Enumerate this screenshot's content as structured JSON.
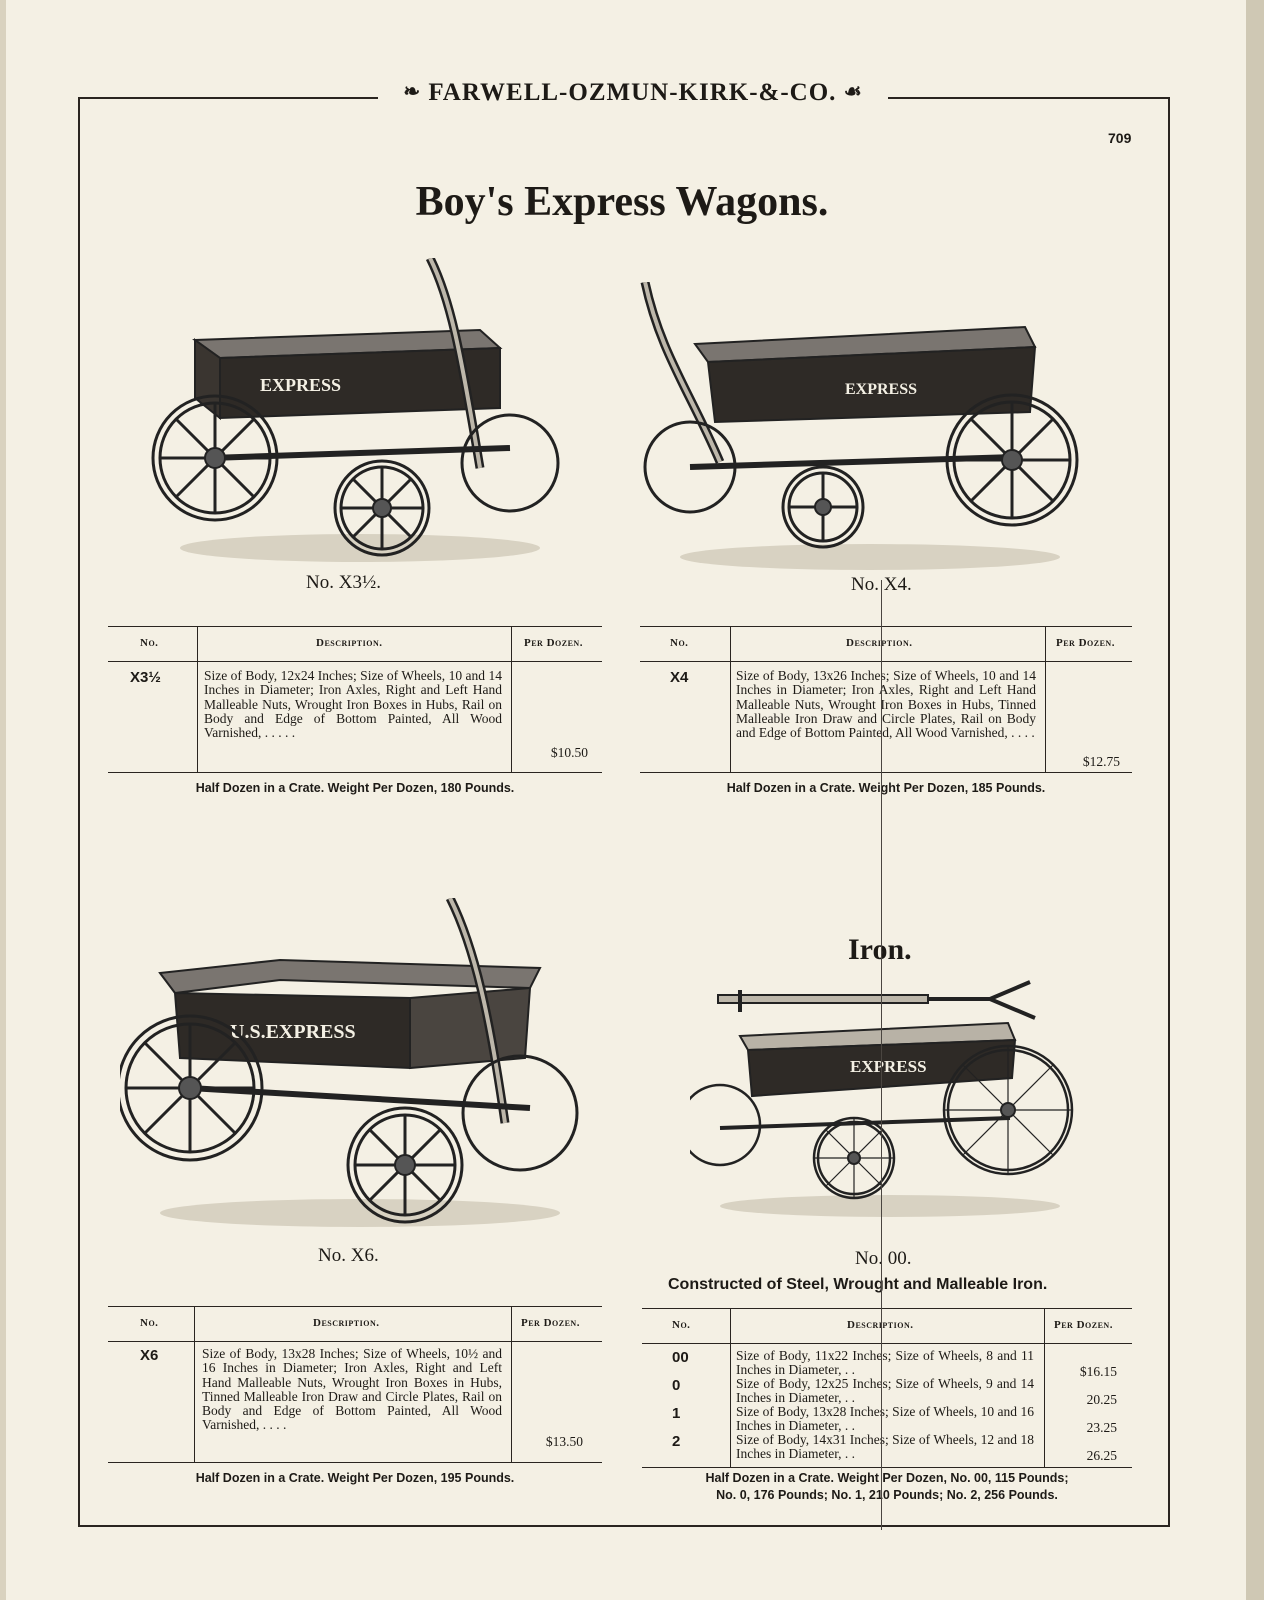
{
  "header": {
    "company": "FARWELL-OZMUN-KIRK-&-CO."
  },
  "page_number": "709",
  "title": "Boy's Express Wagons.",
  "iron_title": "Iron.",
  "iron_subtitle": "Constructed of Steel, Wrought and Malleable Iron.",
  "table_headers": {
    "no": "No.",
    "description": "Description.",
    "per_dozen": "Per Dozen."
  },
  "products": [
    {
      "caption": "No. X3½.",
      "wagon_lettering": "EXPRESS",
      "rows": [
        {
          "no": "X3½",
          "description": "Size of Body, 12x24 Inches; Size of Wheels, 10 and 14 Inches in Diameter; Iron Axles, Right and Left Hand Malleable Nuts, Wrought Iron Boxes in Hubs, Rail on Body and Edge of Bottom Painted, All Wood Varnished, . . . . .",
          "price": "$10.50"
        }
      ],
      "note": "Half Dozen in a Crate. Weight Per Dozen, 180 Pounds."
    },
    {
      "caption": "No. X4.",
      "wagon_lettering": "EXPRESS",
      "rows": [
        {
          "no": "X4",
          "description": "Size of Body, 13x26 Inches; Size of Wheels, 10 and 14 Inches in Diameter; Iron Axles, Right and Left Hand Malleable Nuts, Wrought Iron Boxes in Hubs, Tinned Malleable Iron Draw and Circle Plates, Rail on Body and Edge of Bottom Painted, All Wood Varnished, . . . .",
          "price": "$12.75"
        }
      ],
      "note": "Half Dozen in a Crate. Weight Per Dozen, 185 Pounds."
    },
    {
      "caption": "No. X6.",
      "wagon_lettering": "U.S.EXPRESS",
      "rows": [
        {
          "no": "X6",
          "description": "Size of Body, 13x28 Inches; Size of Wheels, 10½ and 16 Inches in Diameter; Iron Axles, Right and Left Hand Malleable Nuts, Wrought Iron Boxes in Hubs, Tinned Malleable Iron Draw and Circle Plates, Rail on Body and Edge of Bottom Painted, All Wood Varnished, . . . .",
          "price": "$13.50"
        }
      ],
      "note": "Half Dozen in a Crate. Weight Per Dozen, 195 Pounds."
    },
    {
      "caption": "No. 00.",
      "wagon_lettering": "EXPRESS",
      "rows": [
        {
          "no": "00",
          "description": "Size of Body, 11x22 Inches; Size of Wheels, 8 and 11 Inches in Diameter, . .",
          "price": "$16.15"
        },
        {
          "no": "0",
          "description": "Size of Body, 12x25 Inches; Size of Wheels, 9 and 14 Inches in Diameter, . .",
          "price": "20.25"
        },
        {
          "no": "1",
          "description": "Size of Body, 13x28 Inches; Size of Wheels, 10 and 16 Inches in Diameter, . .",
          "price": "23.25"
        },
        {
          "no": "2",
          "description": "Size of Body, 14x31 Inches; Size of Wheels, 12 and 18 Inches in Diameter, . .",
          "price": "26.25"
        }
      ],
      "note_line1": "Half Dozen in a Crate. Weight Per Dozen, No. 00, 115 Pounds;",
      "note_line2": "No. 0, 176 Pounds; No. 1, 210 Pounds; No. 2, 256 Pounds."
    }
  ]
}
